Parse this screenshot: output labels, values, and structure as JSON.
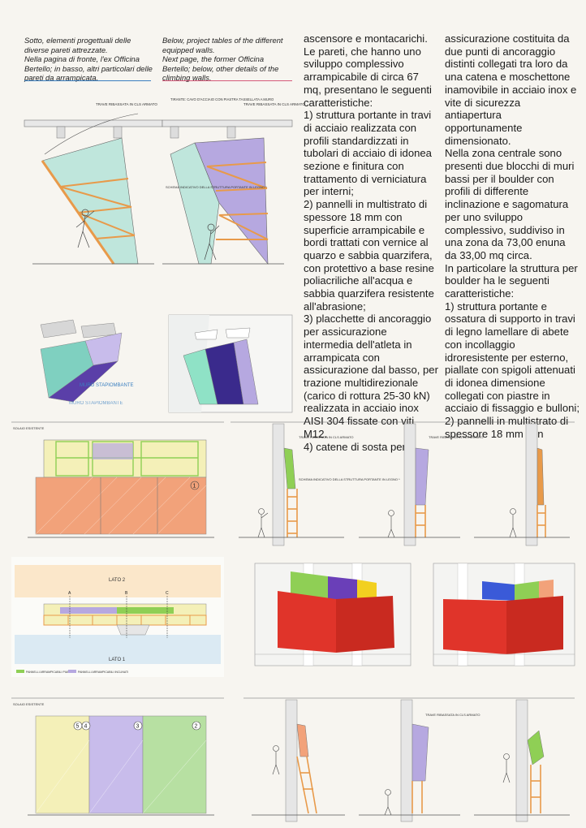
{
  "captions": {
    "italian": [
      "Sotto, elementi progettuali delle diverse pareti attrezzate.",
      "Nella pagina di fronte, l'ex Officina Bertello; in basso, altri particolari delle pareti da arrampicata."
    ],
    "english": [
      "Below, project tables of the different equipped walls.",
      "Next page, the former Officina Bertello; below, other details of the climbing walls."
    ]
  },
  "text_columns": {
    "col1": "ascensore e montacarichi.\nLe pareti, che hanno uno sviluppo complessivo arrampicabile di circa 67 mq, presentano le seguenti caratteristiche:\n1) struttura portante in travi di acciaio realizzata con profili standardizzati in tubolari di acciaio di idonea sezione e finitura con trattamento di verniciatura per interni;\n2) pannelli in multistrato di spessore 18 mm con superficie arrampicabile e bordi trattati con vernice al quarzo e sabbia quarzifera, con protettivo a base resine poliacriliche all'acqua e sabbia quarzifera resistente all'abrasione;\n3) placchette di ancoraggio per assicurazione intermedia dell'atleta in arrampicata con assicurazione dal basso, per trazione multidirezionale (carico di rottura 25-30 kN) realizzata in acciaio inox AISI 304 fissate con viti M12.\n4) catene di sosta per",
    "col2": "assicurazione costituita da due punti di ancoraggio distinti collegati tra loro da una catena e moschettone inamovibile in acciaio inox e vite di sicurezza antiapertura opportunamente dimensionato.\nNella zona centrale sono presenti due blocchi di muri bassi per il boulder con profili di differente inclinazione e sagomatura per uno sviluppo complessivo, suddiviso in una zona da 73,00 enuna da 33,00 mq circa.\nIn particolare la struttura per boulder ha le seguenti caratteristiche:\n1) struttura portante e ossatura di supporto in travi di legno lamellare di abete con incollaggio idroresistente per esterno, piallate con spigoli attenuati di idonea dimensione collegati con piastre in acciaio di fissaggio e bulloni;\n2) pannelli in multistrato di spessore 18 mm con"
  },
  "drawing_labels": {
    "trave_ribassata": "TRAVE RIBASSATA IN CLS ARMATO",
    "tirante": "TIRANTE: CAVO D'ACCIAIO CON PIASTRA TASSELLATA A MURO",
    "schema": "SCHEMA INDICATIVO DELLA STRUTTURA PORTANTE IN LEGNO *",
    "muro_strapiombante": "MURO STAPIOMBANTE",
    "lato_1": "LATO 1",
    "lato_2": "LATO 2",
    "solaio_esistente": "SOLAIO ESISTENTE",
    "section_a": "A",
    "section_b": "B",
    "section_c": "C",
    "panel_1": "1",
    "panel_2": "2",
    "panel_3": "3",
    "panel_4": "4",
    "panel_5": "5",
    "legend_green": "PANNELLI ARRAMPICABILI PIANI",
    "legend_purple": "PANNELLI ARRAMPICABILI INCLINATI"
  },
  "colors": {
    "caption_rule": "#3a7fc0",
    "caption_rule_alt": "#d65a7a",
    "panel_mint": "#bfe6dc",
    "panel_lilac": "#b6a8e0",
    "panel_violet": "#6a3fb8",
    "panel_green": "#8fcf55",
    "panel_salmon": "#f2a27a",
    "boulder_red": "#e0342a",
    "panel_yellow": "#f4f0b8",
    "wood_orange": "#e89a4a",
    "concrete_grey": "#d7d7d7"
  }
}
